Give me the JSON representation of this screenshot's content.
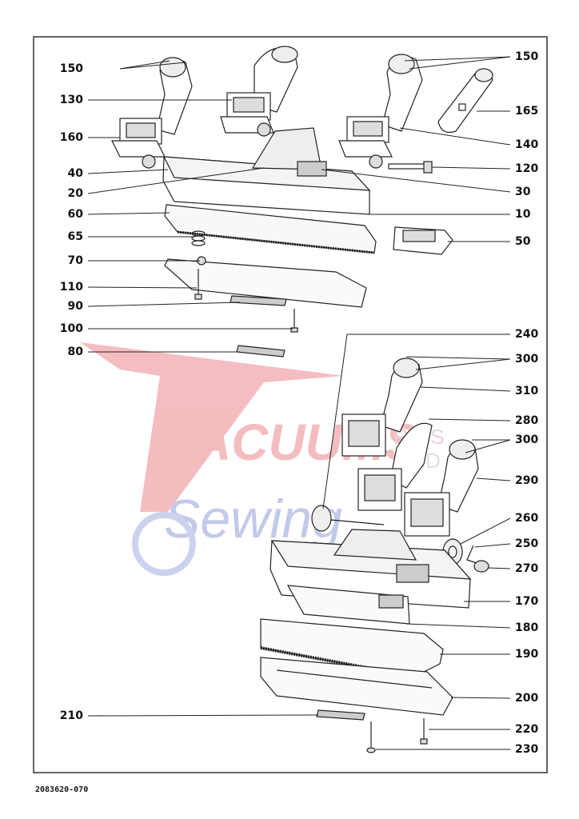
{
  "document_number": "2083620-070",
  "watermark": {
    "line1": "VACUUMS",
    "line2": "Sewing",
    "fragment_a": "R OS",
    "fragment_b": "AND",
    "color_red": "#f2b2b6",
    "color_blue": "#b8c0e6"
  },
  "callouts_left": [
    {
      "number": "150"
    },
    {
      "number": "130"
    },
    {
      "number": "160"
    },
    {
      "number": "40"
    },
    {
      "number": "20"
    },
    {
      "number": "60"
    },
    {
      "number": "65"
    },
    {
      "number": "70"
    },
    {
      "number": "110"
    },
    {
      "number": "90"
    },
    {
      "number": "100"
    },
    {
      "number": "80"
    },
    {
      "number": "210"
    }
  ],
  "callouts_right": [
    {
      "number": "150"
    },
    {
      "number": "165"
    },
    {
      "number": "140"
    },
    {
      "number": "120"
    },
    {
      "number": "30"
    },
    {
      "number": "10"
    },
    {
      "number": "50"
    },
    {
      "number": "240"
    },
    {
      "number": "300"
    },
    {
      "number": "310"
    },
    {
      "number": "280"
    },
    {
      "number": "300"
    },
    {
      "number": "290"
    },
    {
      "number": "260"
    },
    {
      "number": "250"
    },
    {
      "number": "270"
    },
    {
      "number": "170"
    },
    {
      "number": "180"
    },
    {
      "number": "190"
    },
    {
      "number": "200"
    },
    {
      "number": "220"
    },
    {
      "number": "230"
    }
  ]
}
